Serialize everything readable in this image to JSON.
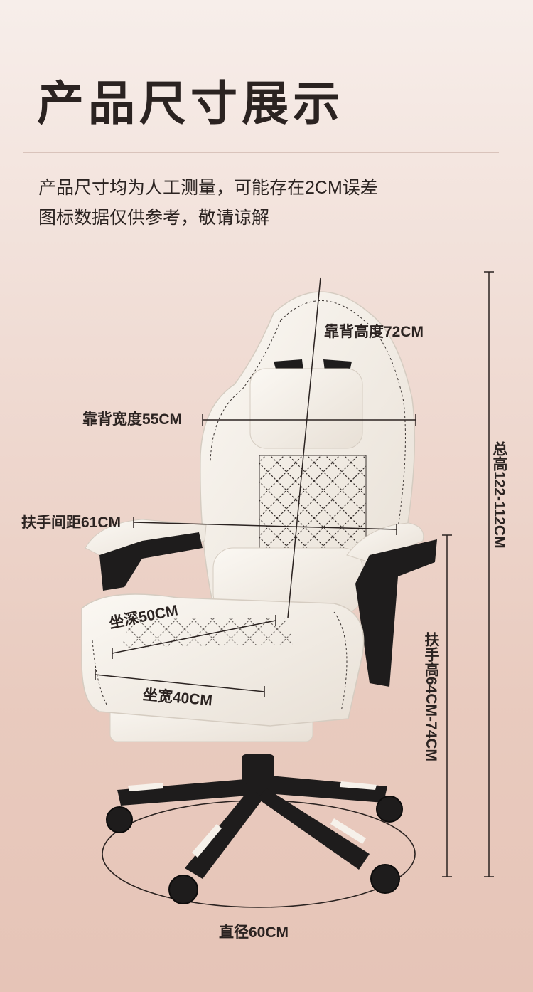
{
  "page": {
    "title": "产品尺寸展示",
    "note_line1": "产品尺寸均为人工测量，可能存在2CM误差",
    "note_line2": "图标数据仅供参考，敬请谅解"
  },
  "dimensions": {
    "backrest_height": "靠背高度72CM",
    "backrest_width": "靠背宽度55CM",
    "armrest_spacing": "扶手间距61CM",
    "seat_depth": "坐深50CM",
    "seat_width": "坐宽40CM",
    "total_height": "总高122-112CM",
    "armrest_height": "扶手高64CM-74CM",
    "base_diameter": "直径60CM"
  },
  "colors": {
    "chair_body": "#f6f1ea",
    "chair_dark": "#1e1c1c",
    "stitch": "#3a3330"
  }
}
